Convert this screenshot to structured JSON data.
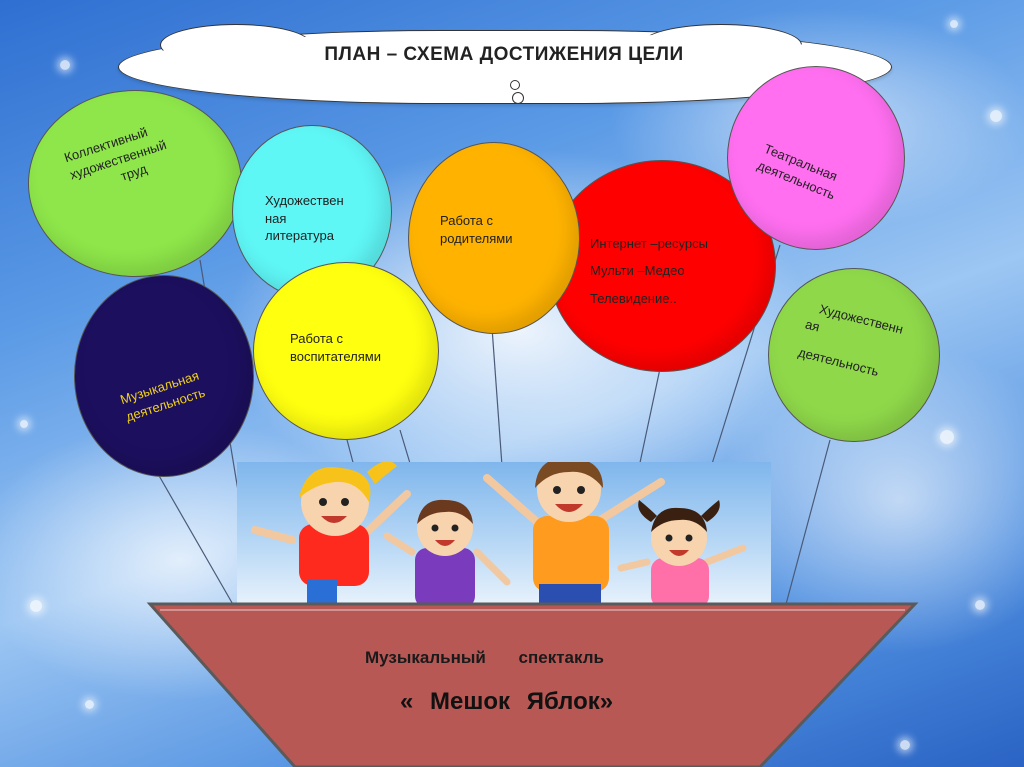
{
  "title": "ПЛАН – СХЕМА ДОСТИЖЕНИЯ ЦЕЛИ",
  "balloons": {
    "labor": {
      "line1": "Коллективный",
      "line2": "художественный",
      "line3": "труд",
      "color": "#8ee64a"
    },
    "literature": {
      "line1": "Художествен",
      "line2": "ная",
      "line3": "литература",
      "color": "#5ff6f6"
    },
    "parents": {
      "line1": "Работа с",
      "line2": "родителями",
      "color": "#ffb300"
    },
    "internet": {
      "line1": "Интернет –ресурсы",
      "line2": "Мульти –Медео",
      "line3": "Телевидение..",
      "color": "#ff0000"
    },
    "theatre": {
      "line1": "Театральная",
      "line2": "деятельность",
      "color": "#ff6ff0"
    },
    "music": {
      "line1": "Музыкальная",
      "line2": "деятельность",
      "color": "#1c0f5e",
      "text_color": "#f2d21a"
    },
    "educators": {
      "line1": "Работа с",
      "line2": "воспитателями",
      "color": "#ffff10"
    },
    "art": {
      "line1": "Художественн",
      "line2": "ая",
      "line3": "деятельность",
      "color": "#8fd84a"
    }
  },
  "show": {
    "line1": "Музыкальный спектакль",
    "line2": "« Мешок Яблок»"
  },
  "colors": {
    "basket": "#b85855",
    "basket_border": "#5a5a5a"
  }
}
